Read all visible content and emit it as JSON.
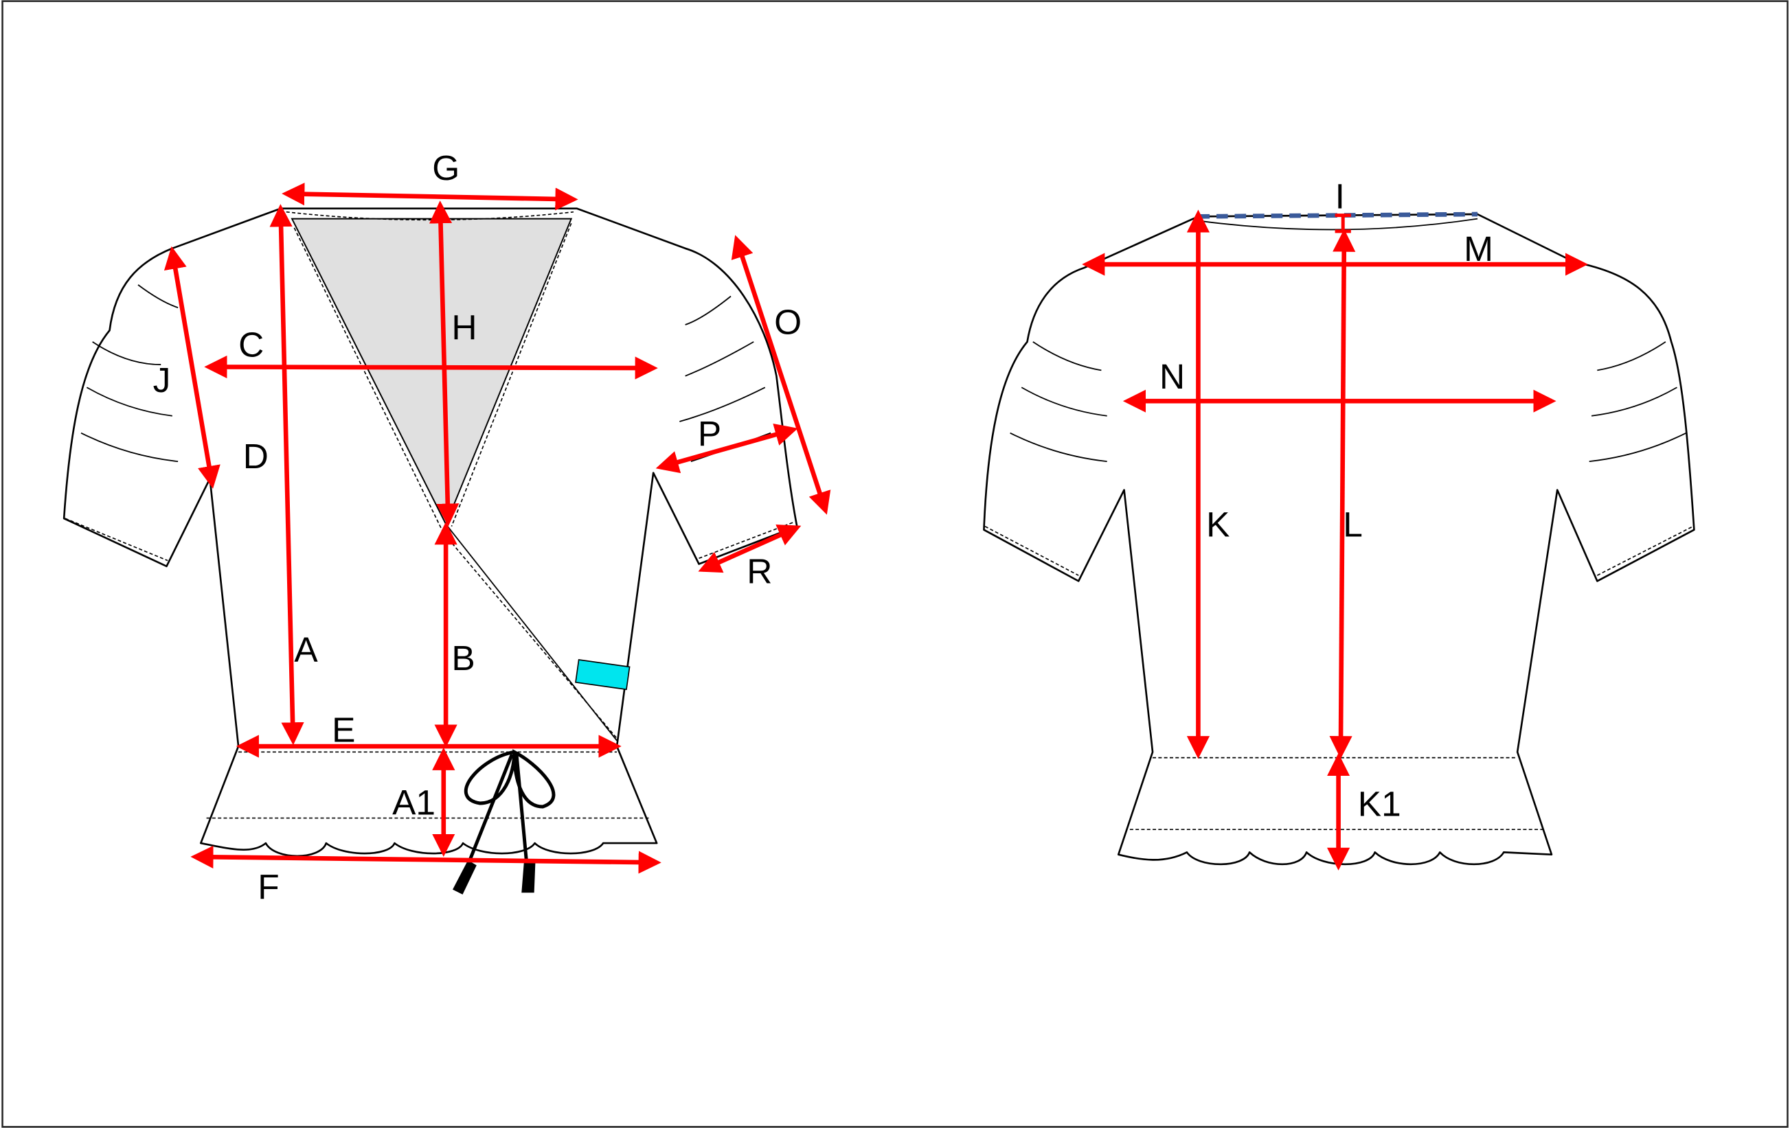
{
  "diagram": {
    "title": "Wrap top measurement guide",
    "views": [
      "front",
      "back"
    ],
    "colors": {
      "arrow": "#ff0000",
      "neck_fill": "#e0e0e0",
      "label_tag": "#00e5ee",
      "neck_dash": "#3a5a9a"
    },
    "front_labels": {
      "G": "G",
      "H": "H",
      "C": "C",
      "J": "J",
      "D": "D",
      "O": "O",
      "P": "P",
      "R": "R",
      "A": "A",
      "B": "B",
      "E": "E",
      "A1": "A1",
      "F": "F"
    },
    "back_labels": {
      "I": "I",
      "M": "M",
      "N": "N",
      "K": "K",
      "L": "L",
      "K1": "K1"
    }
  }
}
